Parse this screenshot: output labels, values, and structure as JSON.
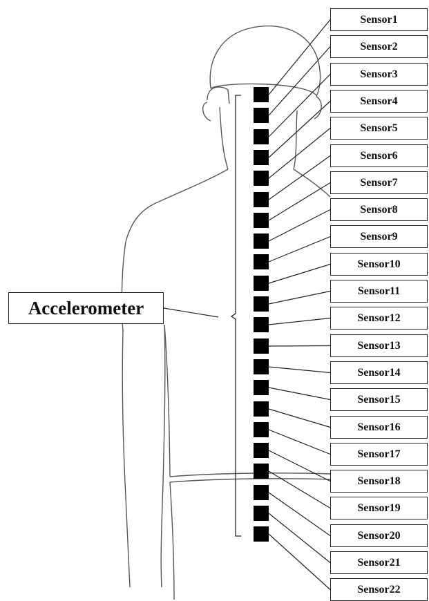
{
  "accelerometer_label": "Accelerometer",
  "sensors": [
    "Sensor1",
    "Sensor2",
    "Sensor3",
    "Sensor4",
    "Sensor5",
    "Sensor6",
    "Sensor7",
    "Sensor8",
    "Sensor9",
    "Sensor10",
    "Sensor11",
    "Sensor12",
    "Sensor13",
    "Sensor14",
    "Sensor15",
    "Sensor16",
    "Sensor17",
    "Sensor18",
    "Sensor19",
    "Sensor20",
    "Sensor21",
    "Sensor22"
  ],
  "colors": {
    "sensor_fill": "#000000",
    "line": "#222222",
    "sketch": "#555555"
  }
}
